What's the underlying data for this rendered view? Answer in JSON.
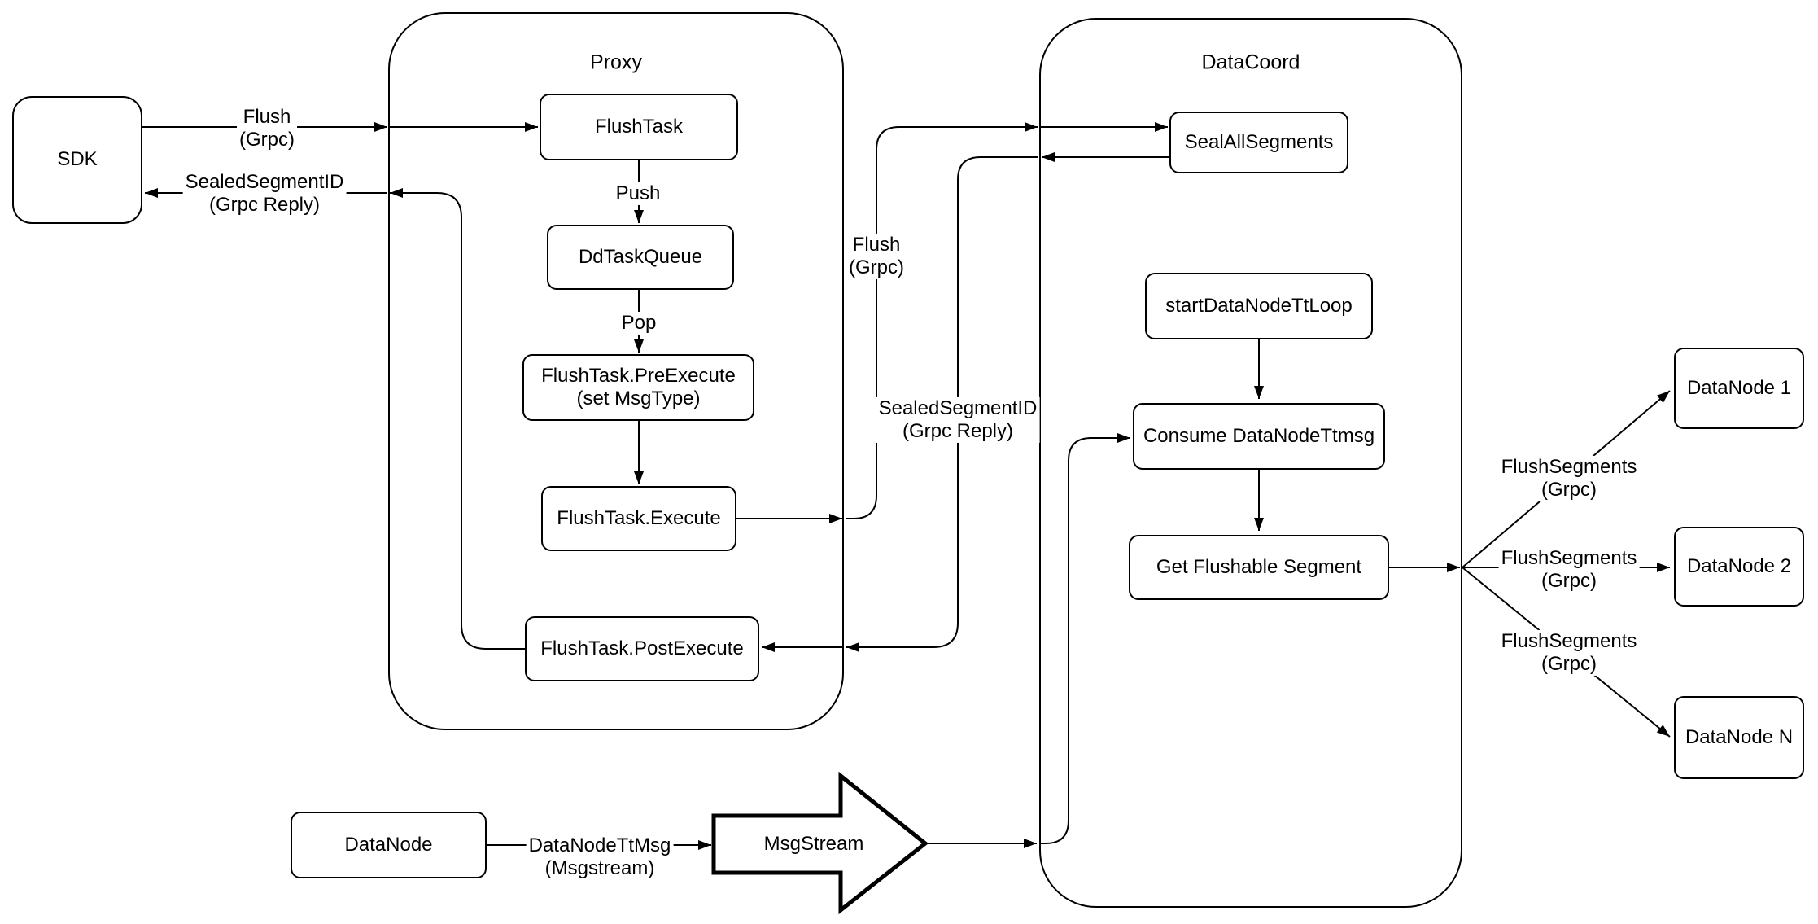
{
  "diagram": {
    "background": "#ffffff",
    "stroke_color": "#000000",
    "containers": {
      "proxy": {
        "title": "Proxy"
      },
      "datacoord": {
        "title": "DataCoord"
      }
    },
    "nodes": {
      "sdk": {
        "label": "SDK"
      },
      "flushtask": {
        "label": "FlushTask"
      },
      "ddtaskqueue": {
        "label": "DdTaskQueue"
      },
      "preexecute": {
        "label": "FlushTask.PreExecute",
        "sublabel": "(set MsgType)"
      },
      "execute": {
        "label": "FlushTask.Execute"
      },
      "postexecute": {
        "label": "FlushTask.PostExecute"
      },
      "sealallsegments": {
        "label": "SealAllSegments"
      },
      "startdatanodettloop": {
        "label": "startDataNodeTtLoop"
      },
      "consumedatanodettmsg": {
        "label": "Consume DataNodeTtmsg"
      },
      "getflushablesegment": {
        "label": "Get Flushable Segment"
      },
      "datanode1": {
        "label": "DataNode 1"
      },
      "datanode2": {
        "label": "DataNode 2"
      },
      "datanoden": {
        "label": "DataNode N"
      },
      "datanode": {
        "label": "DataNode"
      },
      "msgstream": {
        "label": "MsgStream"
      }
    },
    "edge_labels": {
      "flush_to_proxy": {
        "line1": "Flush",
        "line2": "(Grpc)"
      },
      "sealed_to_sdk": {
        "line1": "SealedSegmentID",
        "line2": "(Grpc Reply)"
      },
      "push": {
        "line1": "Push"
      },
      "pop": {
        "line1": "Pop"
      },
      "flush_to_datacoord": {
        "line1": "Flush",
        "line2": "(Grpc)"
      },
      "sealed_to_proxy": {
        "line1": "SealedSegmentID",
        "line2": "(Grpc Reply)"
      },
      "flushsegments_1": {
        "line1": "FlushSegments",
        "line2": "(Grpc)"
      },
      "flushsegments_2": {
        "line1": "FlushSegments",
        "line2": "(Grpc)"
      },
      "flushsegments_3": {
        "line1": "FlushSegments",
        "line2": "(Grpc)"
      },
      "datanodettmsg": {
        "line1": "DataNodeTtMsg",
        "line2": "(Msgstream)"
      }
    }
  }
}
